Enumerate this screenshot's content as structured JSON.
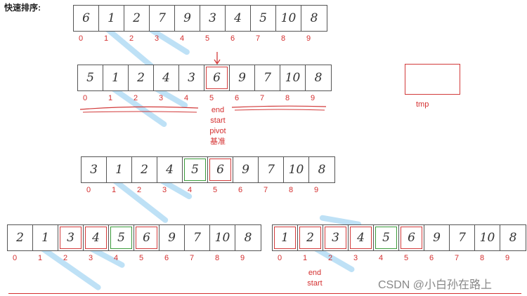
{
  "title": "快速排序:",
  "rows": [
    {
      "cells": [
        "6",
        "1",
        "2",
        "7",
        "9",
        "3",
        "4",
        "5",
        "10",
        "8"
      ],
      "indices": [
        "0",
        "1",
        "2",
        "3",
        "4",
        "5",
        "6",
        "7",
        "8",
        "9"
      ],
      "red": [],
      "green": []
    },
    {
      "cells": [
        "5",
        "1",
        "2",
        "4",
        "3",
        "6",
        "9",
        "7",
        "10",
        "8"
      ],
      "indices": [
        "0",
        "1",
        "2",
        "3",
        "4",
        "5",
        "6",
        "7",
        "8",
        "9"
      ],
      "red": [
        5
      ],
      "green": []
    },
    {
      "cells": [
        "3",
        "1",
        "2",
        "4",
        "5",
        "6",
        "9",
        "7",
        "10",
        "8"
      ],
      "indices": [
        "0",
        "1",
        "2",
        "3",
        "4",
        "5",
        "6",
        "7",
        "8",
        "9"
      ],
      "red": [
        5
      ],
      "green": [
        4
      ]
    },
    {
      "cells": [
        "2",
        "1",
        "3",
        "4",
        "5",
        "6",
        "9",
        "7",
        "10",
        "8"
      ],
      "indices": [
        "0",
        "1",
        "2",
        "3",
        "4",
        "5",
        "6",
        "7",
        "8",
        "9"
      ],
      "red": [
        2,
        3,
        5
      ],
      "green": [
        4
      ]
    },
    {
      "cells": [
        "1",
        "2",
        "3",
        "4",
        "5",
        "6",
        "9",
        "7",
        "10",
        "8"
      ],
      "indices": [
        "0",
        "1",
        "2",
        "3",
        "4",
        "5",
        "6",
        "7",
        "8",
        "9"
      ],
      "red": [
        0,
        1,
        2,
        3,
        5
      ],
      "green": [
        4
      ]
    }
  ],
  "annotations": {
    "row2_labels": [
      "end",
      "start",
      "pivot",
      "基准"
    ],
    "row5_labels": [
      "end",
      "start"
    ]
  },
  "tmp_label": "tmp",
  "watermark": "CSDN @小白孙在路上"
}
